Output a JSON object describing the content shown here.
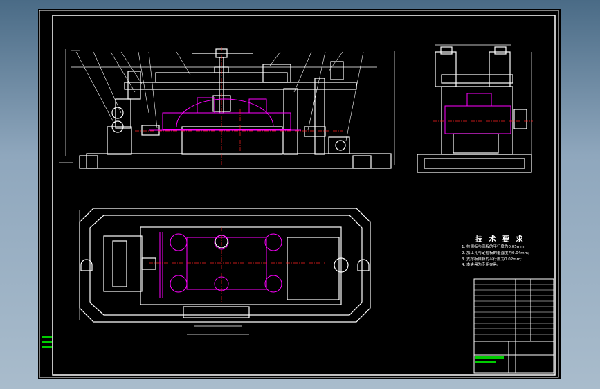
{
  "technical_requirements": {
    "title": "技 术 要 求",
    "items": [
      "1. 检测板与底板的平行度为0.05mm;",
      "2. 加工孔与定位板的垂直度为0.04mm;",
      "3. 支撑板自身的平行度为0.02mm;",
      "4. 本夹具为专用夹具。"
    ]
  },
  "colors": {
    "background": "#000000",
    "lines": "#ffffff",
    "accent": "#ff00ff",
    "centerline": "#ff2020",
    "title_block_stamp": "#00cc00"
  }
}
